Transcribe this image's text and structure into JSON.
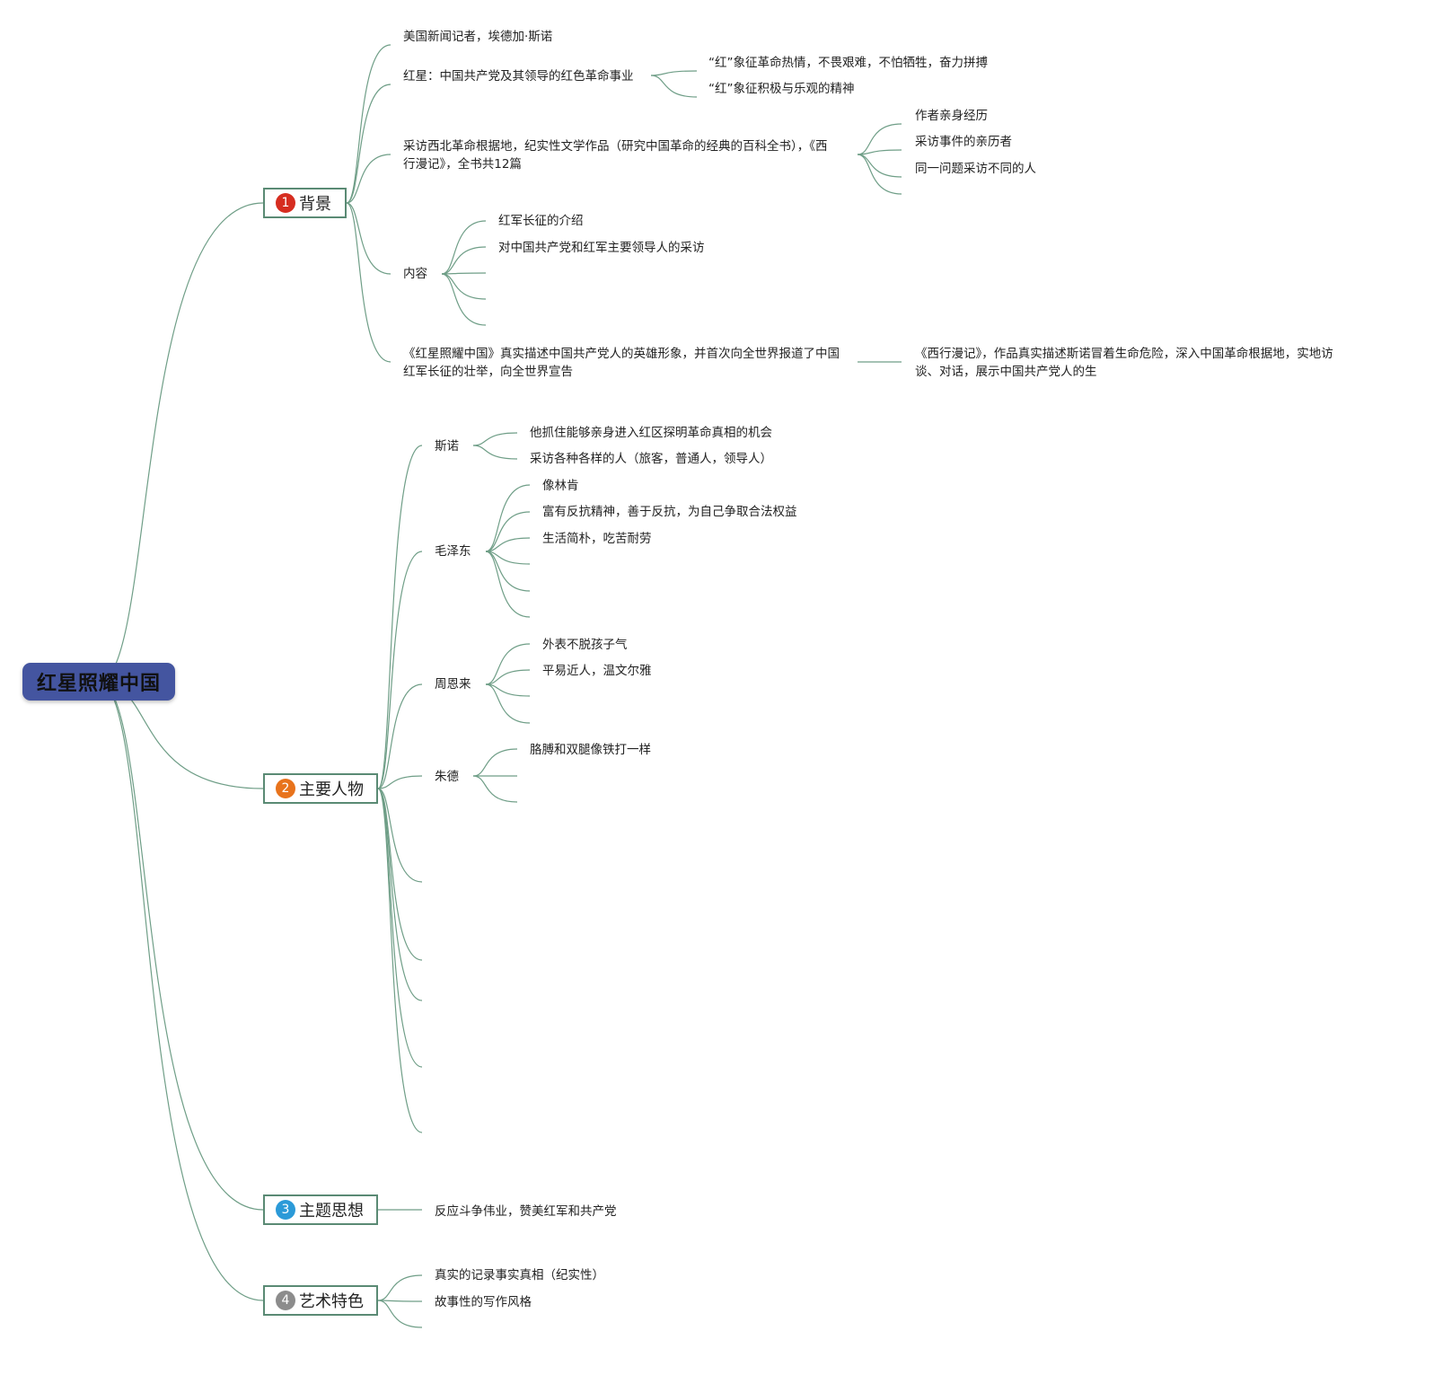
{
  "root": {
    "title": "红星照耀中国",
    "color": "#4455a0"
  },
  "line_color": "#6f9e87",
  "branches": {
    "b1": {
      "num": "1",
      "label": "背景",
      "color": "#d62d20"
    },
    "b2": {
      "num": "2",
      "label": "主要人物",
      "color": "#e8731c"
    },
    "b3": {
      "num": "3",
      "label": "主题思想",
      "color": "#2b9ad8"
    },
    "b4": {
      "num": "4",
      "label": "艺术特色",
      "color": "#8c8c8c"
    }
  },
  "background": {
    "author": "美国新闻记者，埃德加·斯诺",
    "redstar": "红星：中国共产党及其领导的红色革命事业",
    "redstar_1": "“红”象征革命热情，不畏艰难，不怕牺牲，奋力拼搏",
    "redstar_2": "“红”象征积极与乐观的精神",
    "interview": "采访西北革命根据地，纪实性文学作品（研究中国革命的经典的百科全书），《西行漫记》，全书共12篇",
    "interview_1": "作者亲身经历",
    "interview_2": "采访事件的亲历者",
    "interview_3": "同一问题采访不同的人",
    "content": "内容",
    "content_1": "红军长征的介绍",
    "content_2": "对中国共产党和红军主要领导人的采访",
    "summary": "《红星照耀中国》真实描述中国共产党人的英雄形象，并首次向全世界报道了中国红军长征的壮举，向全世界宣告",
    "summary_1": "《西行漫记》，作品真实描述斯诺冒着生命危险，深入中国革命根据地，实地访谈、对话，展示中国共产党人的生"
  },
  "characters": {
    "snow": "斯诺",
    "snow_1": "他抓住能够亲身进入红区探明革命真相的机会",
    "snow_2": "采访各种各样的人（旅客，普通人，领导人）",
    "mao": "毛泽东",
    "mao_1": "像林肯",
    "mao_2": "富有反抗精神，善于反抗，为自己争取合法权益",
    "mao_3": "生活简朴，吃苦耐劳",
    "zhou": "周恩来",
    "zhou_1": "外表不脱孩子气",
    "zhou_2": "平易近人，温文尔雅",
    "zhu": "朱德",
    "zhu_1": "胳膊和双腿像铁打一样"
  },
  "theme": {
    "t1": "反应斗争伟业，赞美红军和共产党"
  },
  "art": {
    "a1": "真实的记录事实真相（纪实性）",
    "a2": "故事性的写作风格"
  }
}
